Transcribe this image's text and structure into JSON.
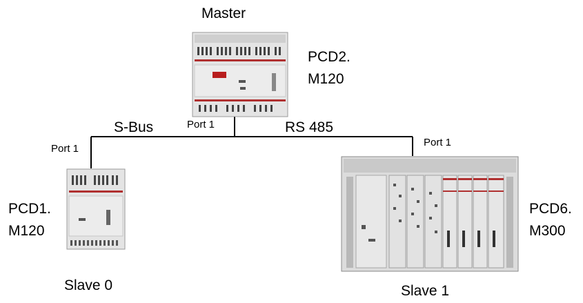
{
  "diagram": {
    "master": {
      "role": "Master",
      "model_line1": "PCD2.",
      "model_line2": "M120",
      "port": "Port 1"
    },
    "bus": {
      "left_label": "S-Bus",
      "right_label": "RS 485"
    },
    "slave0": {
      "role": "Slave 0",
      "model_line1": "PCD1.",
      "model_line2": "M120",
      "port": "Port 1"
    },
    "slave1": {
      "role": "Slave 1",
      "model_line1": "PCD6.",
      "model_line2": "M300",
      "port": "Port 1"
    }
  }
}
